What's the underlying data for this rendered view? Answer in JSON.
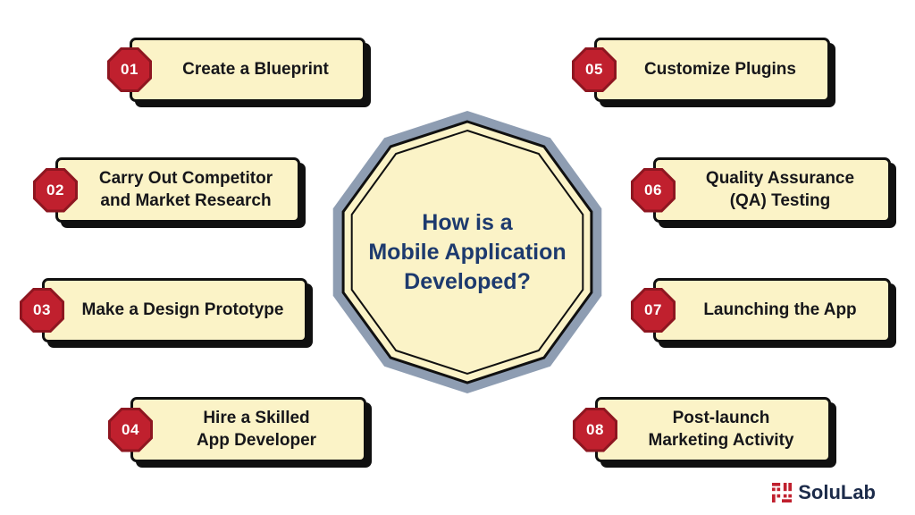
{
  "title": {
    "text": "How is a\nMobile Application\nDeveloped?"
  },
  "steps": [
    {
      "number": "01",
      "label": "Create a Blueprint"
    },
    {
      "number": "02",
      "label": "Carry Out Competitor\nand Market Research"
    },
    {
      "number": "03",
      "label": "Make a Design Prototype"
    },
    {
      "number": "04",
      "label": "Hire a Skilled\nApp Developer"
    },
    {
      "number": "05",
      "label": "Customize Plugins"
    },
    {
      "number": "06",
      "label": "Quality Assurance\n(QA) Testing"
    },
    {
      "number": "07",
      "label": "Launching the App"
    },
    {
      "number": "08",
      "label": "Post-launch\nMarketing Activity"
    }
  ],
  "logo": {
    "name": "SoluLab"
  },
  "colors": {
    "box_fill": "#fbf3c7",
    "badge_red": "#c0202e",
    "badge_ring": "#8e1620",
    "center_text": "#1d3a6e",
    "polygon_ring": "#8e9db2",
    "outline": "#101010"
  }
}
